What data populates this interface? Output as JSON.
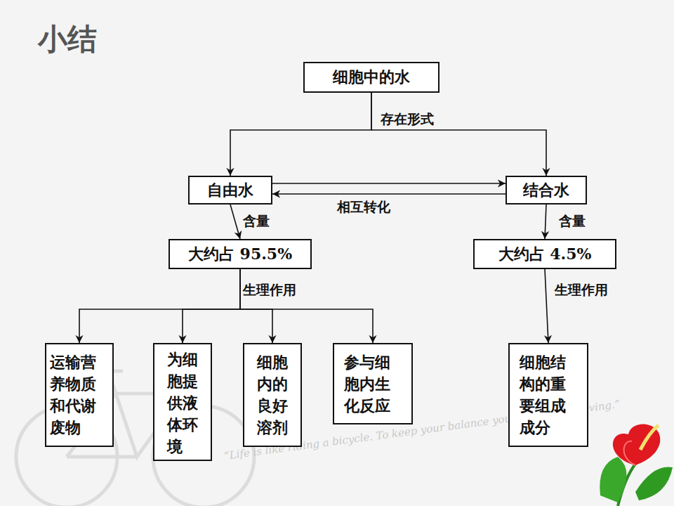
{
  "diagram": {
    "title": "小结",
    "nodes": [
      {
        "text": [
          "细胞中的水"
        ]
      },
      {
        "text": [
          "自由水"
        ]
      },
      {
        "text": [
          "结合水"
        ]
      },
      {
        "text": [
          "大约占 95.5%"
        ]
      },
      {
        "text": [
          "大约占 4.5%"
        ]
      },
      {
        "text": [
          "运输营养物质和代谢废物"
        ]
      },
      {
        "text": [
          "为细胞提供液体环境"
        ]
      },
      {
        "text": [
          "细胞内的良好溶剂"
        ]
      },
      {
        "text": [
          "参与细胞内生化反应"
        ]
      },
      {
        "text": [
          "细胞结构的重要组成成分"
        ]
      }
    ],
    "edges": [
      {
        "from": 0,
        "to": 1,
        "label": "存在形式",
        "arrow": "to"
      },
      {
        "from": 0,
        "to": 2,
        "arrow": "to"
      },
      {
        "from": 1,
        "to": 2,
        "arrow": "to"
      },
      {
        "from": 2,
        "to": 1,
        "label": "相互转化",
        "arrow": "to"
      },
      {
        "from": 1,
        "to": 3,
        "label": "含量",
        "arrow": "to"
      },
      {
        "from": 2,
        "to": 4,
        "label": "含量",
        "arrow": "to"
      },
      {
        "from": 3,
        "to": 5,
        "label": "生理作用",
        "arrow": "to"
      },
      {
        "from": 3,
        "to": 6,
        "arrow": "to"
      },
      {
        "from": 3,
        "to": 7,
        "arrow": "to"
      },
      {
        "from": 3,
        "to": 8,
        "arrow": "to"
      },
      {
        "from": 4,
        "to": 9,
        "label": "生理作用",
        "arrow": "to"
      }
    ],
    "labels": [
      "“Life is like riding a bicycle. To keep your balance you must keep moving.”"
    ]
  }
}
